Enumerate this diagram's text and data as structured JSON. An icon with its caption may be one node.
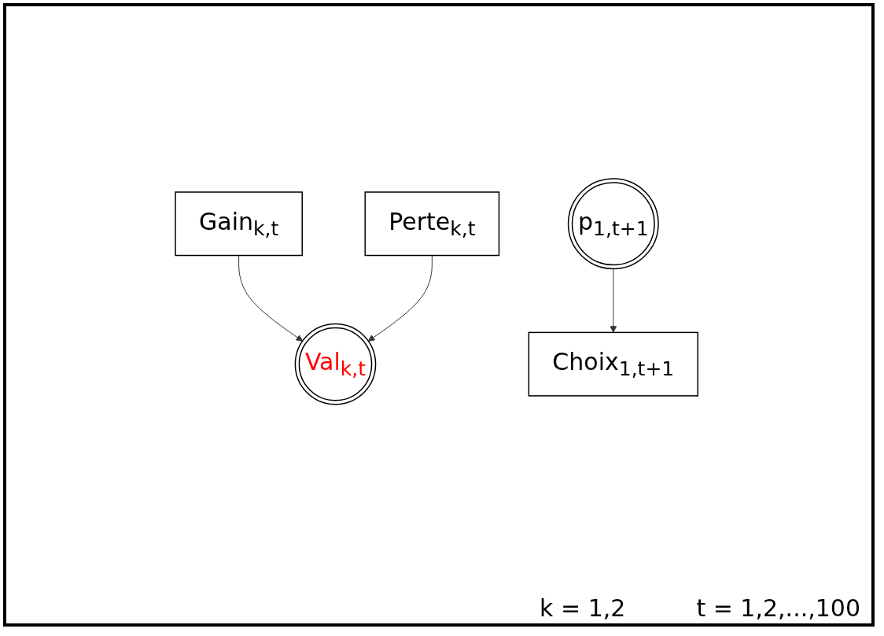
{
  "diagram": {
    "nodes": [
      {
        "text": [
          "Gain$_{k,t}$"
        ]
      },
      {
        "text": [
          "Perte$_{k,t}$"
        ]
      },
      {
        "text": [
          "Val$_{k,t}$"
        ]
      },
      {
        "text": [
          "p$_{1,t+1}$"
        ]
      },
      {
        "text": [
          "Choix$_{1,t+1}$"
        ]
      }
    ],
    "edges": [
      {
        "from": 0,
        "to": 2,
        "arrow": "to"
      },
      {
        "from": 1,
        "to": 2,
        "arrow": "to"
      },
      {
        "from": 3,
        "to": 4,
        "arrow": "to"
      }
    ],
    "labels": [
      "k = 1,2",
      "t = 1,2,...,100"
    ]
  }
}
